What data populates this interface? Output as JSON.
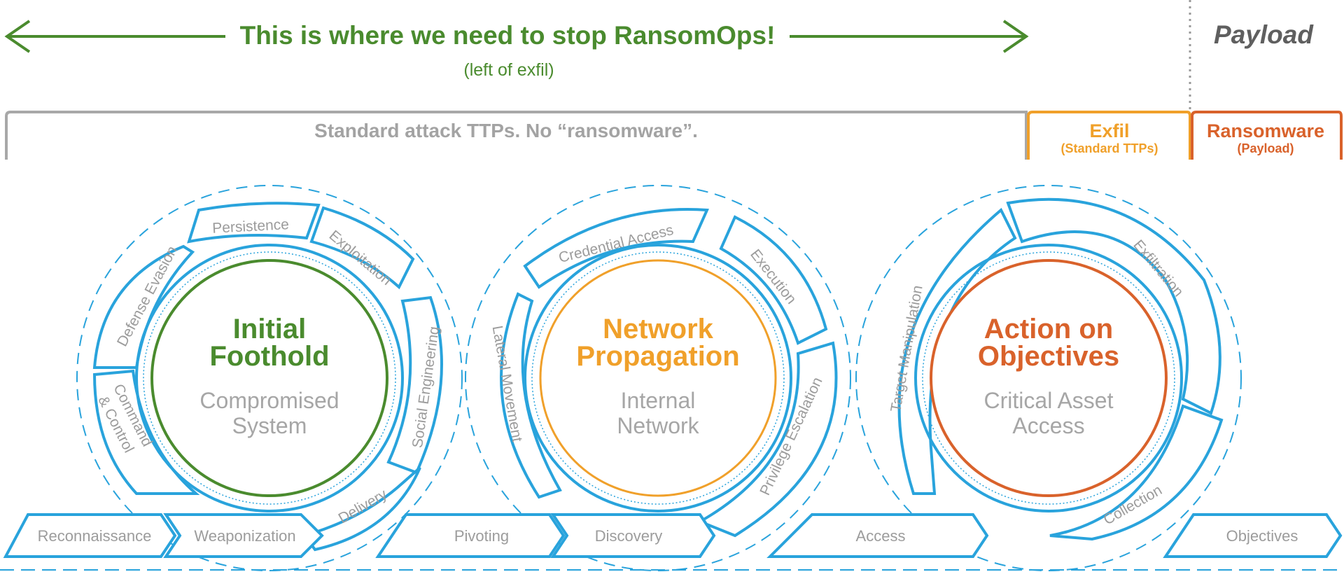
{
  "banner": {
    "headline": "This is where we need to stop RansomOps!",
    "subline": "(left of exfil)",
    "payload_label": "Payload"
  },
  "bracket": {
    "standard_label": "Standard attack TTPs. No “ransomware”.",
    "exfil_label": "Exfil",
    "exfil_sub": "(Standard TTPs)",
    "ransomware_label": "Ransomware",
    "ransomware_sub": "(Payload)"
  },
  "stages": [
    {
      "title_line1": "Initial",
      "title_line2": "Foothold",
      "sub_line1": "Compromised",
      "sub_line2": "System",
      "tactics": [
        "Persistence",
        "Exploitation",
        "Defense Evasion",
        "Social Engineering",
        "Command",
        "& Control",
        "Delivery"
      ]
    },
    {
      "title_line1": "Network",
      "title_line2": "Propagation",
      "sub_line1": "Internal",
      "sub_line2": "Network",
      "tactics": [
        "Credential Access",
        "Execution",
        "Lateral Movement",
        "Privilege Escalation"
      ]
    },
    {
      "title_line1": "Action on",
      "title_line2": "Objectives",
      "sub_line1": "Critical Asset",
      "sub_line2": "Access",
      "tactics": [
        "Target Manipulation",
        "Exfiltration",
        "Collection"
      ]
    }
  ],
  "chevrons": [
    "Reconnaissance",
    "Weaponization",
    "Pivoting",
    "Discovery",
    "Access",
    "Objectives"
  ],
  "colors": {
    "green": "#4a8b2e",
    "orange": "#f0a02a",
    "red_orange": "#d9622b",
    "blue": "#29a3dc",
    "gray": "#a3a3a3"
  }
}
